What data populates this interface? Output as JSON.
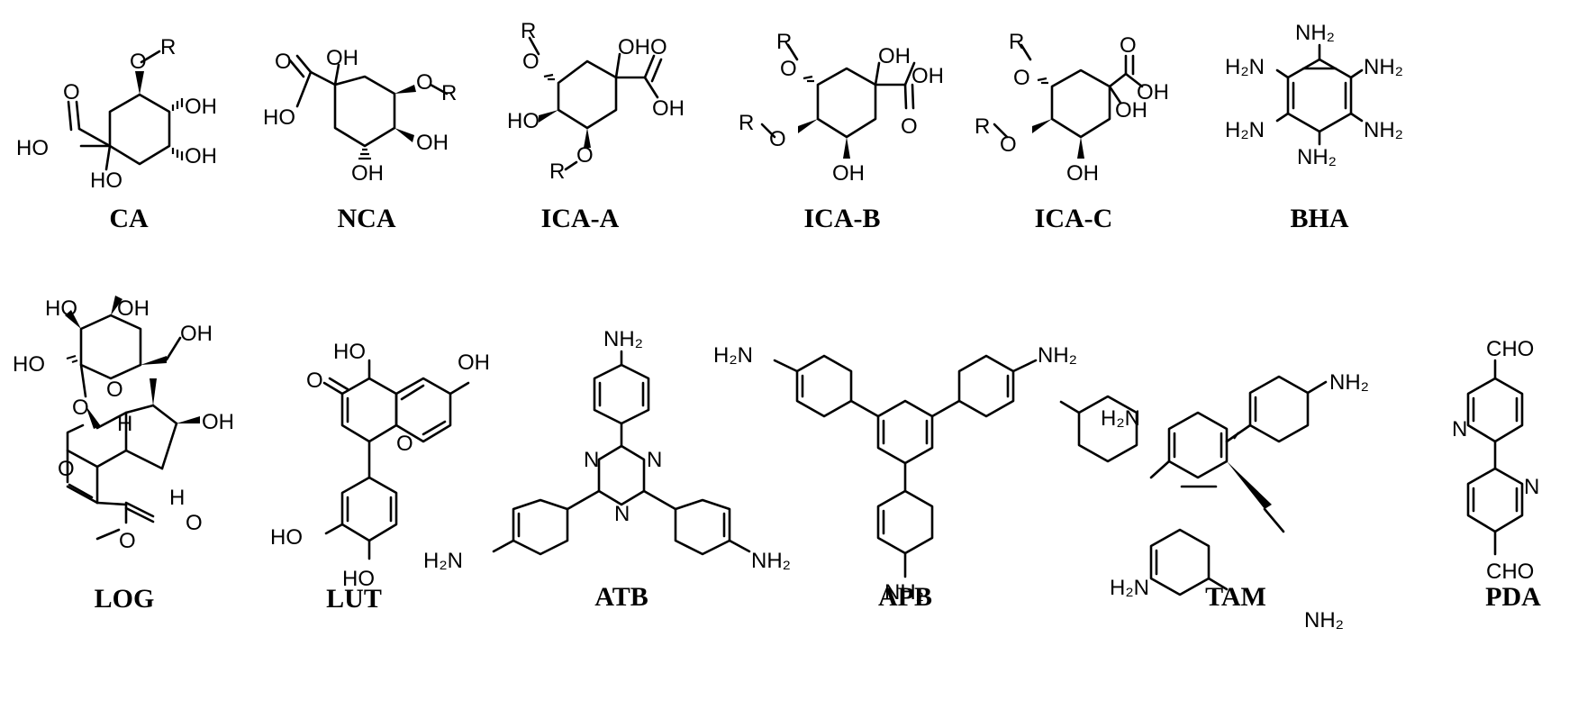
{
  "compounds": [
    {
      "name": "CA"
    },
    {
      "name": "NCA"
    },
    {
      "name": "ICA-A"
    },
    {
      "name": "ICA-B"
    },
    {
      "name": "ICA-C"
    },
    {
      "name": "BHA"
    },
    {
      "name": "LOG"
    },
    {
      "name": "LUT"
    },
    {
      "name": "ATB"
    },
    {
      "name": "APB"
    },
    {
      "name": "TAM"
    },
    {
      "name": "PDA"
    }
  ],
  "atom_labels": {
    "OH": "OH",
    "HO": "HO",
    "O": "O",
    "R": "R",
    "N": "N",
    "H": "H",
    "NH2_right": "NH₂",
    "H2N_left": "H₂N",
    "CHO": "CHO"
  }
}
